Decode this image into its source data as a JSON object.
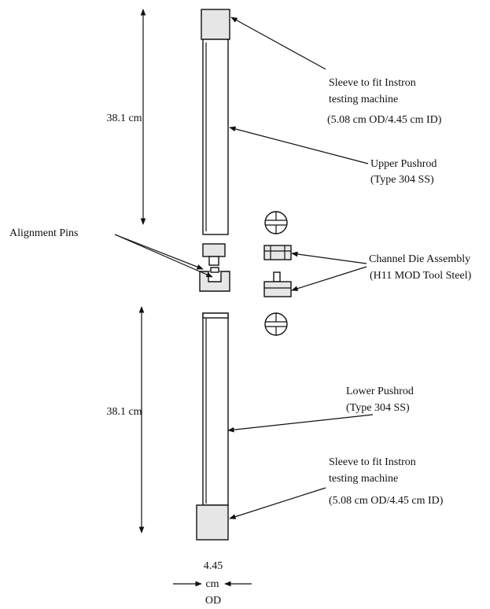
{
  "labels": {
    "sleeve_top": [
      "Sleeve to fit Instron",
      "testing machine",
      "(5.08 cm OD/4.45 cm ID)"
    ],
    "upper_pushrod": [
      "Upper Pushrod",
      "(Type 304 SS)"
    ],
    "alignment_pins": "Alignment Pins",
    "channel_die": [
      "Channel Die Assembly",
      "(H11 MOD Tool Steel)"
    ],
    "lower_pushrod": [
      "Lower Pushrod",
      "(Type 304 SS)"
    ],
    "sleeve_bottom": [
      "Sleeve to fit Instron",
      "testing machine",
      "(5.08 cm OD/4.45 cm ID)"
    ]
  },
  "dimensions": {
    "upper_length": "38.1 cm",
    "lower_length": "38.1 cm",
    "od_value": "4.45",
    "od_unit": "cm",
    "od_suffix": "OD"
  }
}
